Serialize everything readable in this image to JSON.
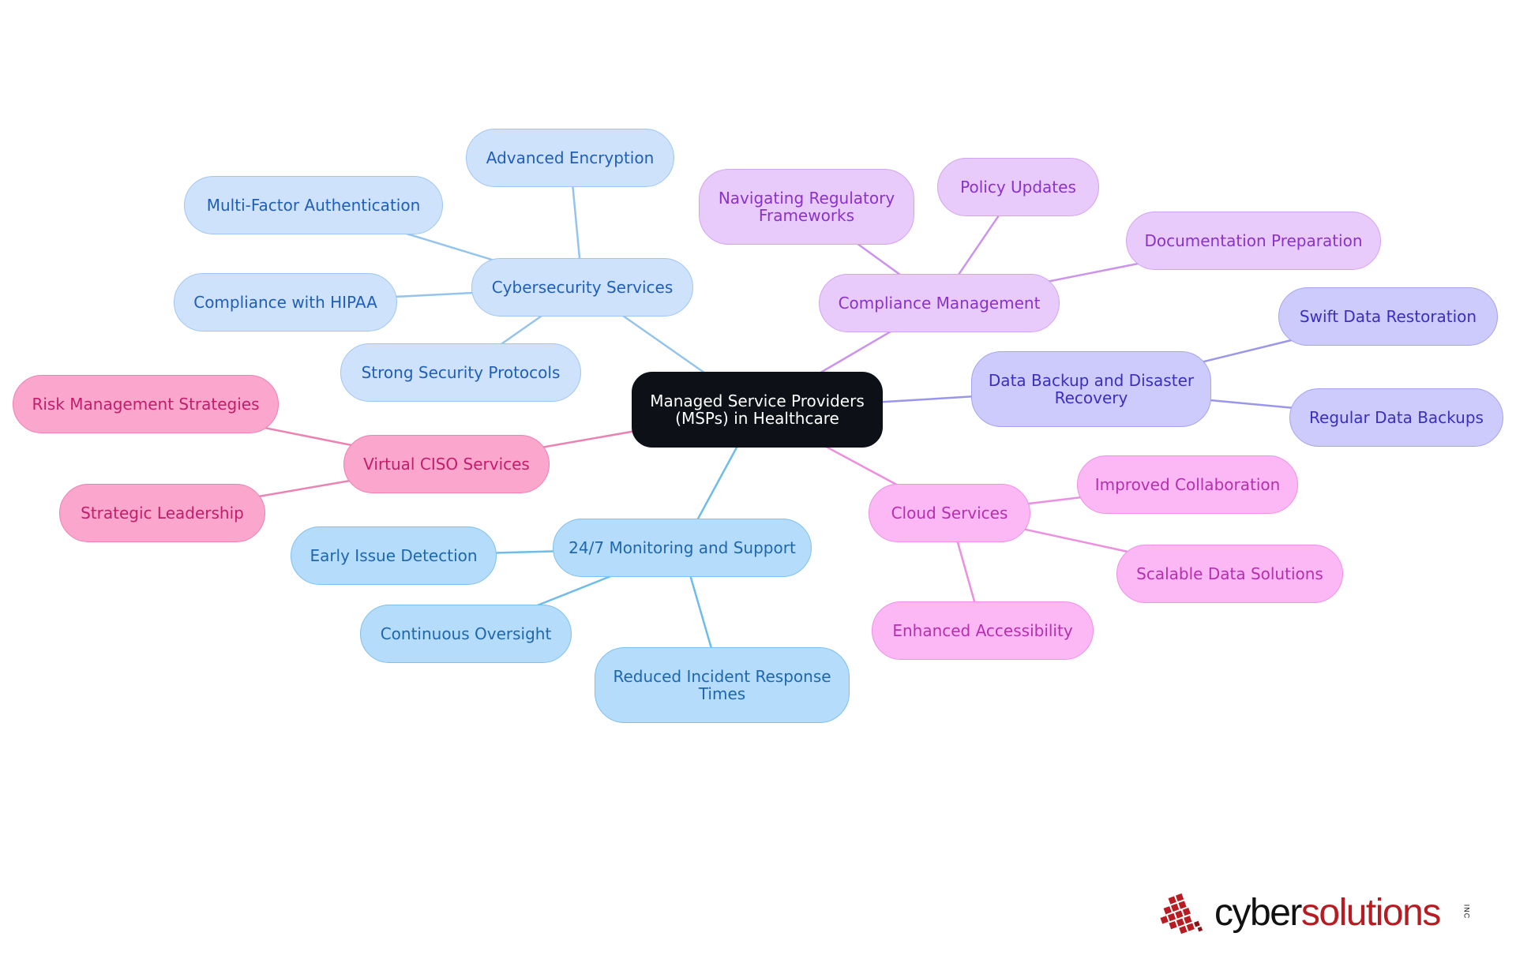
{
  "diagram": {
    "center": "Managed Service Providers (MSPs) in Healthcare",
    "branches": {
      "cyber": {
        "label": "Cybersecurity Services",
        "color": "#94c4ec",
        "children": [
          "Advanced Encryption",
          "Multi-Factor Authentication",
          "Compliance with HIPAA",
          "Strong Security Protocols"
        ]
      },
      "monitoring": {
        "label": "24/7 Monitoring and Support",
        "color": "#6fbce9",
        "children": [
          "Early Issue Detection",
          "Continuous Oversight",
          "Reduced Incident Response Times"
        ]
      },
      "compliance": {
        "label": "Compliance Management",
        "color": "#cb93ec",
        "children": [
          "Navigating Regulatory Frameworks",
          "Policy Updates",
          "Documentation Preparation"
        ]
      },
      "backup": {
        "label": "Data Backup and Disaster Recovery",
        "color": "#9a96ec",
        "children": [
          "Swift Data Restoration",
          "Regular Data Backups"
        ]
      },
      "cloud": {
        "label": "Cloud Services",
        "color": "#ec8fe0",
        "children": [
          "Improved Collaboration",
          "Scalable Data Solutions",
          "Enhanced Accessibility"
        ]
      },
      "ciso": {
        "label": "Virtual CISO Services",
        "color": "#ec82b2",
        "children": [
          "Risk Management Strategies",
          "Strategic Leadership"
        ]
      }
    }
  },
  "logo": {
    "brand_part1": "cyber",
    "brand_part2": "solutions",
    "suffix": "INC",
    "colors": {
      "dark": "#111111",
      "red": "#b81c22"
    }
  }
}
